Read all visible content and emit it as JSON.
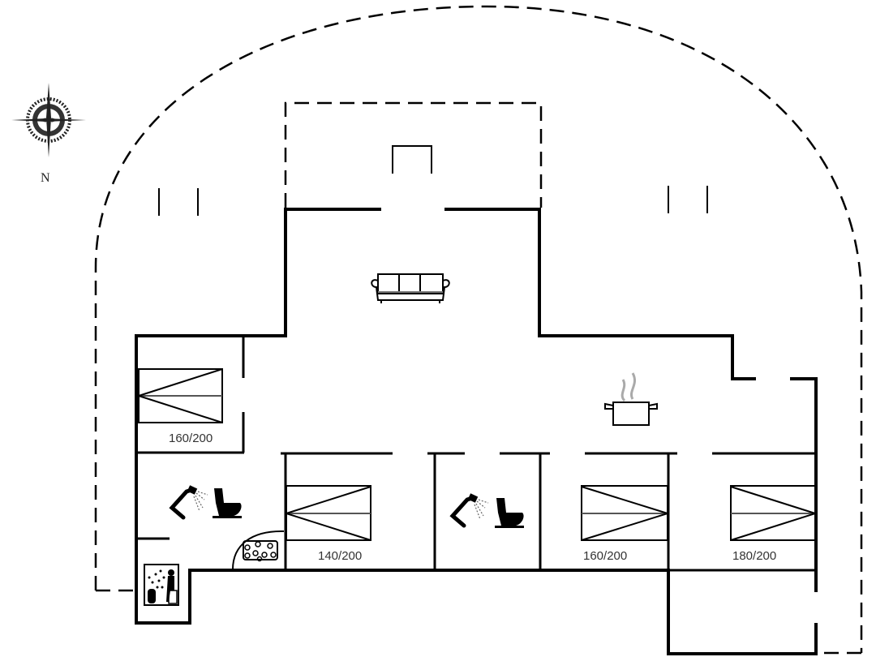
{
  "compass": {
    "label": "N",
    "icon": "compass-rose-icon"
  },
  "rooms": [
    {
      "name": "bedroom-1",
      "bed_label": "160/200",
      "icon": "double-bed-icon"
    },
    {
      "name": "bedroom-2",
      "bed_label": "140/200",
      "icon": "double-bed-icon"
    },
    {
      "name": "bedroom-3",
      "bed_label": "160/200",
      "icon": "double-bed-icon"
    },
    {
      "name": "bedroom-4",
      "bed_label": "180/200",
      "icon": "double-bed-icon"
    },
    {
      "name": "bathroom-1",
      "icons": [
        "shower-icon",
        "toilet-icon",
        "whirlpool-icon"
      ]
    },
    {
      "name": "bathroom-2",
      "icons": [
        "shower-icon",
        "toilet-icon"
      ]
    },
    {
      "name": "sauna",
      "icon": "sauna-icon"
    },
    {
      "name": "living-room",
      "icon": "sofa-icon"
    },
    {
      "name": "kitchen",
      "icon": "cooking-pot-icon"
    }
  ],
  "colors": {
    "wall": "#000000",
    "background": "#ffffff",
    "label": "#333333"
  }
}
